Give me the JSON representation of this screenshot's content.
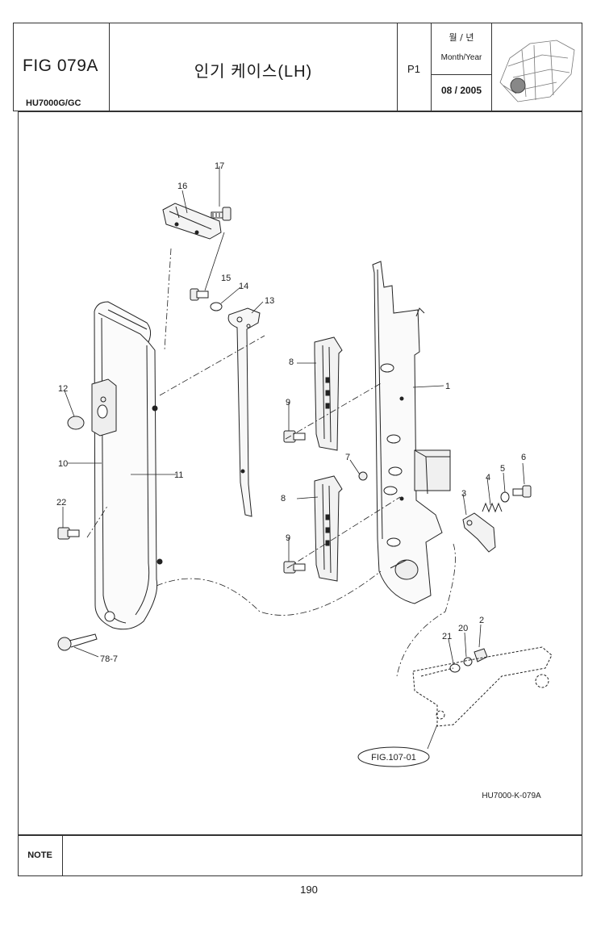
{
  "header": {
    "fig_number": "FIG 079A",
    "model": "HU7000G/GC",
    "title_korean": "인기 케이스(LH)",
    "page_ref": "P1",
    "month_year_korean": "월 / 년",
    "month_year_label": "Month/Year",
    "date": "08 / 2005"
  },
  "diagram": {
    "callouts": {
      "c1": "1",
      "c2": "2",
      "c3": "3",
      "c4": "4",
      "c5": "5",
      "c6": "6",
      "c7": "7",
      "c8a": "8",
      "c8b": "8",
      "c9a": "9",
      "c9b": "9",
      "c10": "10",
      "c11": "11",
      "c12": "12",
      "c13": "13",
      "c14": "14",
      "c15": "15",
      "c16": "16",
      "c17": "17",
      "c20": "20",
      "c21": "21",
      "c22": "22",
      "c78_7": "78-7"
    },
    "fig_reference": "FIG.107-01",
    "drawing_code": "HU7000-K-079A"
  },
  "footer": {
    "note_label": "NOTE",
    "note_text": "",
    "page_number": "190"
  }
}
